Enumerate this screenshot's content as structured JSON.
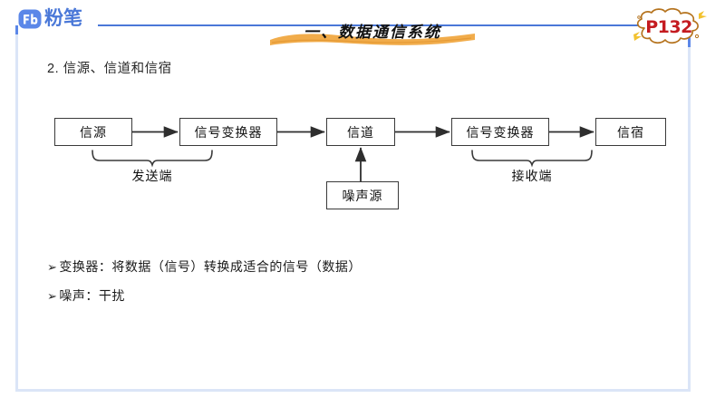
{
  "brand": {
    "logo_mark": "fenbi-logo-icon",
    "logo_text": "粉笔",
    "logo_letters": "Fb",
    "accent_blue": "#4a78d8",
    "frame_blue": "#dbe5f7"
  },
  "header": {
    "title": "一、数据通信系统",
    "brush_color": "#f0a53c",
    "page_badge": "P132",
    "page_badge_color": "#c41b20"
  },
  "content": {
    "subheading": "2. 信源、信道和信宿"
  },
  "diagram": {
    "nodes": [
      {
        "id": "source",
        "label": "信源"
      },
      {
        "id": "conv1",
        "label": "信号变换器"
      },
      {
        "id": "channel",
        "label": "信道"
      },
      {
        "id": "conv2",
        "label": "信号变换器"
      },
      {
        "id": "sink",
        "label": "信宿"
      },
      {
        "id": "noise",
        "label": "噪声源"
      }
    ],
    "group_labels": [
      {
        "id": "send",
        "label": "发送端"
      },
      {
        "id": "receive",
        "label": "接收端"
      }
    ]
  },
  "bullets": [
    {
      "marker": "➢",
      "text": "变换器：将数据（信号）转换成适合的信号（数据）"
    },
    {
      "marker": "➢",
      "text": "噪声：干扰"
    }
  ]
}
